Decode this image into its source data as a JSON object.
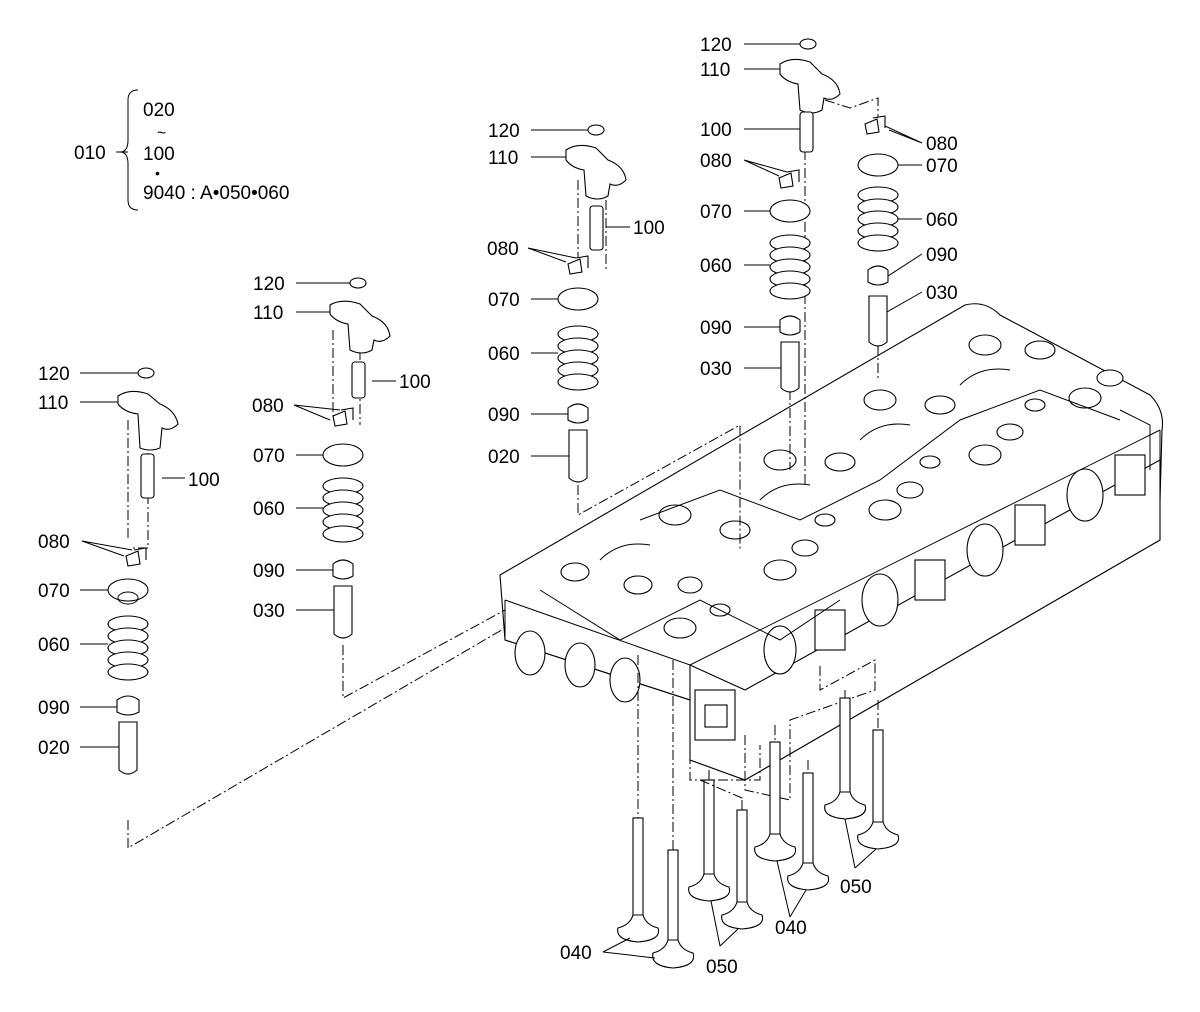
{
  "legend": {
    "ref": "010",
    "from": "020",
    "tilde": "~",
    "to": "100",
    "dot": "•",
    "note": "9040 : A•050•060"
  },
  "callouts": {
    "g1_120": "120",
    "g1_110": "110",
    "g1_100": "100",
    "g1_080": "080",
    "g1_070": "070",
    "g1_060": "060",
    "g1_090": "090",
    "g1_020": "020",
    "g2_120": "120",
    "g2_110": "110",
    "g2_100": "100",
    "g2_080": "080",
    "g2_070": "070",
    "g2_060": "060",
    "g2_090": "090",
    "g2_030": "030",
    "g3_120": "120",
    "g3_110": "110",
    "g3_100": "100",
    "g3_080": "080",
    "g3_070": "070",
    "g3_060": "060",
    "g3_090": "090",
    "g3_020": "020",
    "g4_120": "120",
    "g4_110": "110",
    "g4_100": "100",
    "g4_080a": "080",
    "g4_070a": "070",
    "g4_060a": "060",
    "g4_090a": "090",
    "g4_030a": "030",
    "g4_080b": "080",
    "g4_070b": "070",
    "g4_060b": "060",
    "g4_090b": "090",
    "g4_030b": "030",
    "v_040a": "040",
    "v_050a": "050",
    "v_040b": "040",
    "v_050b": "050"
  }
}
